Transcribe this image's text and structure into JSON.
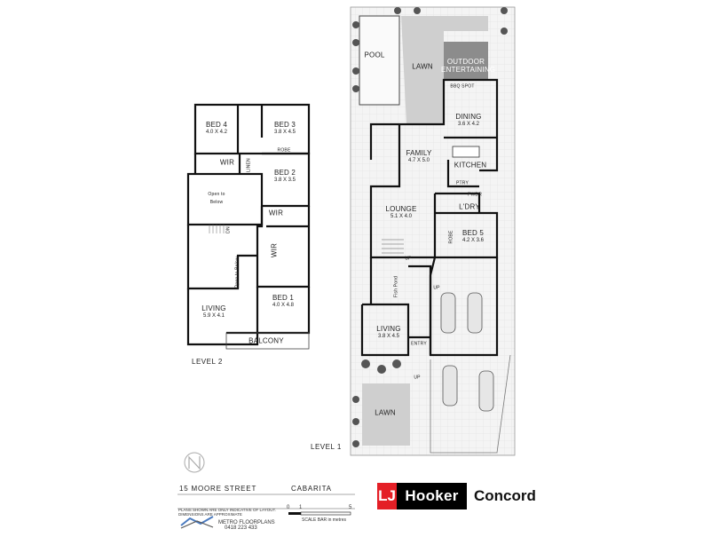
{
  "address": "15 MOORE STREET",
  "suburb": "CABARITA",
  "disclaimer": [
    "PLANS SHOWN ARE ONLY INDICATIVE OF LAYOUT.",
    "DIMENSIONS ARE APPROXIMATE"
  ],
  "scale": {
    "ticks": [
      "0",
      "1",
      "5"
    ],
    "caption": "SCALE BAR in metres"
  },
  "drafter": {
    "name": "METRO FLOORPLANS",
    "phone": "0418 223 433"
  },
  "agency": {
    "logo_left": "LJ",
    "logo_right": "Hooker",
    "office": "Concord"
  },
  "colors": {
    "lawn": "#cfcfcf",
    "outdoor_entertaining": "#8c8c8c",
    "paving": "#eeeeee",
    "walls": "#111111",
    "agency_red": "#e41f26"
  },
  "level2": {
    "title": "LEVEL 2",
    "rooms": [
      {
        "name": "BED 4",
        "dims": "4.0 X 4.2"
      },
      {
        "name": "BED 3",
        "dims": "3.8 X 4.5"
      },
      {
        "name": "WIR",
        "dims": ""
      },
      {
        "name": "ROBE",
        "dims": ""
      },
      {
        "name": "LINEN",
        "dims": ""
      },
      {
        "name": "BED 2",
        "dims": "3.8 X 3.5"
      },
      {
        "name": "Open to Below",
        "dims": ""
      },
      {
        "name": "WIR",
        "dims": ""
      },
      {
        "name": "WIR",
        "dims": ""
      },
      {
        "name": "Open to Below",
        "dims": ""
      },
      {
        "name": "DN",
        "dims": ""
      },
      {
        "name": "BED 1",
        "dims": "4.0 X 4.8"
      },
      {
        "name": "LIVING",
        "dims": "5.9 X 4.1"
      },
      {
        "name": "BALCONY",
        "dims": ""
      }
    ]
  },
  "level1": {
    "title": "LEVEL 1",
    "rooms": [
      {
        "name": "POOL",
        "dims": ""
      },
      {
        "name": "LAWN",
        "dims": ""
      },
      {
        "name": "OUTDOOR ENTERTAINING",
        "dims": ""
      },
      {
        "name": "BBQ SPOT",
        "dims": ""
      },
      {
        "name": "DINING",
        "dims": "3.6 X 4.2"
      },
      {
        "name": "FAMILY",
        "dims": "4.7 X 5.0"
      },
      {
        "name": "KITCHEN",
        "dims": ""
      },
      {
        "name": "PTRY",
        "dims": ""
      },
      {
        "name": "PWDR",
        "dims": ""
      },
      {
        "name": "LOUNGE",
        "dims": "5.1 X 4.0"
      },
      {
        "name": "L'DRY",
        "dims": ""
      },
      {
        "name": "BED 5",
        "dims": "4.2 X 3.6"
      },
      {
        "name": "ROBE",
        "dims": ""
      },
      {
        "name": "UP",
        "dims": ""
      },
      {
        "name": "UP",
        "dims": ""
      },
      {
        "name": "Fish Pond",
        "dims": ""
      },
      {
        "name": "LIVING",
        "dims": "3.8 X 4.5"
      },
      {
        "name": "ENTRY",
        "dims": ""
      },
      {
        "name": "UP",
        "dims": ""
      },
      {
        "name": "LAWN",
        "dims": ""
      }
    ]
  }
}
